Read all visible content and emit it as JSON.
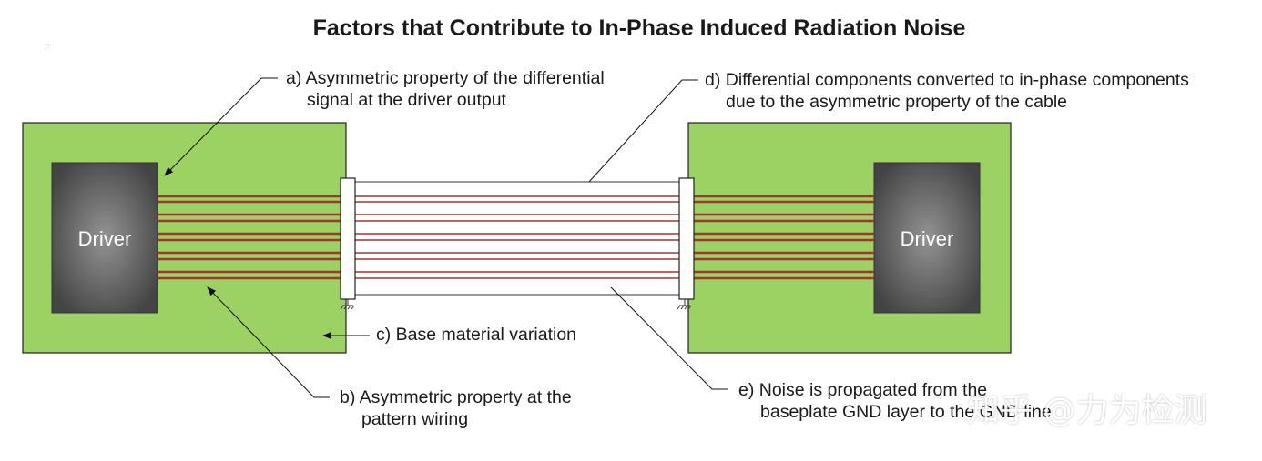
{
  "title": "Factors that Contribute to In-Phase Induced Radiation Noise",
  "stray_mark": "-",
  "left_board": {
    "driver_label": "Driver"
  },
  "right_board": {
    "driver_label": "Driver"
  },
  "annotations": {
    "a": {
      "line1": "a) Asymmetric property of the differential",
      "line2": "signal at the driver output"
    },
    "b": {
      "line1": "b) Asymmetric property at the",
      "line2": "pattern wiring"
    },
    "c": {
      "line1": "c) Base material variation"
    },
    "d": {
      "line1": "d) Differential components converted to in-phase components",
      "line2": "due to the asymmetric property of the cable"
    },
    "e": {
      "line1": "e) Noise is propagated from the",
      "line2": "baseplate GND layer to the GND line"
    }
  },
  "watermark": "知乎 @力为检测",
  "colors": {
    "board_green": "#9bd263",
    "driver_dark": "#4a4a4a",
    "driver_light": "#8e8e8e",
    "trace_red": "#a23530",
    "cable_fill": "#ffffff"
  }
}
